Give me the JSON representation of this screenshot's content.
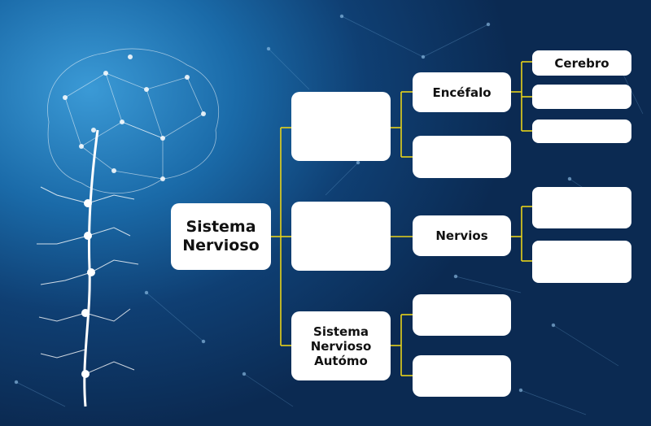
{
  "diagram": {
    "root": {
      "label": "Sistema\nNervioso"
    },
    "level1": [
      {
        "label": ""
      },
      {
        "label": ""
      },
      {
        "label": "Sistema\nNervioso\nAutómo"
      }
    ],
    "level2": [
      {
        "label": "Encéfalo"
      },
      {
        "label": ""
      },
      {
        "label": "Nervios"
      },
      {
        "label": ""
      },
      {
        "label": ""
      }
    ],
    "level3": [
      {
        "label": "Cerebro"
      },
      {
        "label": ""
      },
      {
        "label": ""
      },
      {
        "label": ""
      },
      {
        "label": ""
      }
    ]
  },
  "colors": {
    "connector": "#e7d21a",
    "box": "#ffffff",
    "background": "#0f3f73"
  }
}
